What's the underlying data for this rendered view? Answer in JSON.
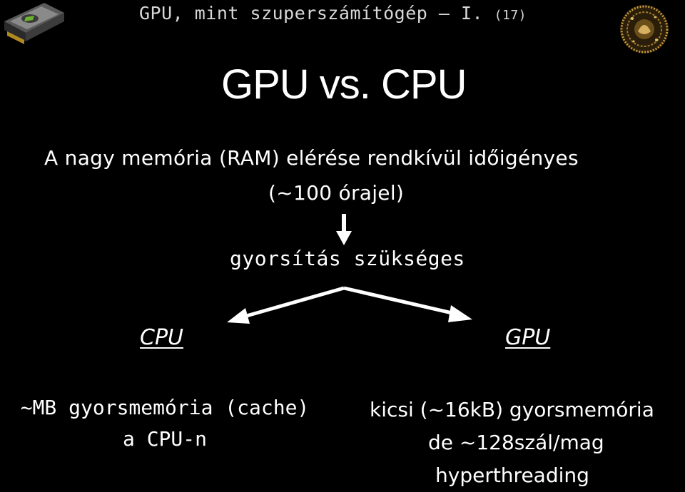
{
  "header": {
    "title": "GPU, mint szuperszámítógép – I.",
    "slide_number": "(17)"
  },
  "main_title": "GPU vs. CPU",
  "body": {
    "line1": "A nagy memória (RAM) elérése rendkívül időigényes",
    "line2": "(~100 órajel)",
    "conclusion": "gyorsítás szükséges"
  },
  "columns": {
    "cpu": {
      "heading": "CPU",
      "lines": [
        "~MB gyorsmemória (cache)",
        "a CPU-n"
      ]
    },
    "gpu": {
      "heading": "GPU",
      "lines": [
        "kicsi (~16kB) gyorsmemória",
        "de ~128szál/mag",
        "hyperthreading"
      ]
    }
  },
  "icons": {
    "left": "gpu-card-icon",
    "right": "university-seal-icon"
  },
  "colors": {
    "background": "#000000",
    "text": "#ffffff",
    "header_text": "#d8d8d8"
  }
}
